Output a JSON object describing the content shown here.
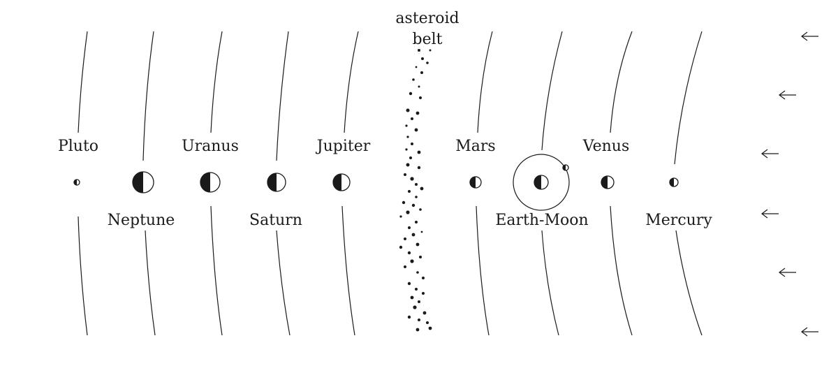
{
  "labels": {
    "asteroid_line1": "asteroid",
    "asteroid_line2": "belt",
    "pluto": "Pluto",
    "neptune": "Neptune",
    "uranus": "Uranus",
    "saturn": "Saturn",
    "jupiter": "Jupiter",
    "mars": "Mars",
    "earth_moon": "Earth-Moon",
    "venus": "Venus",
    "mercury": "Mercury"
  },
  "colors": {
    "ink": "#1a1a1a",
    "background": "#ffffff"
  },
  "planet_order": [
    "pluto",
    "neptune",
    "uranus",
    "saturn",
    "jupiter",
    "mars",
    "earth-moon",
    "venus",
    "mercury"
  ],
  "arrow_direction": "left"
}
